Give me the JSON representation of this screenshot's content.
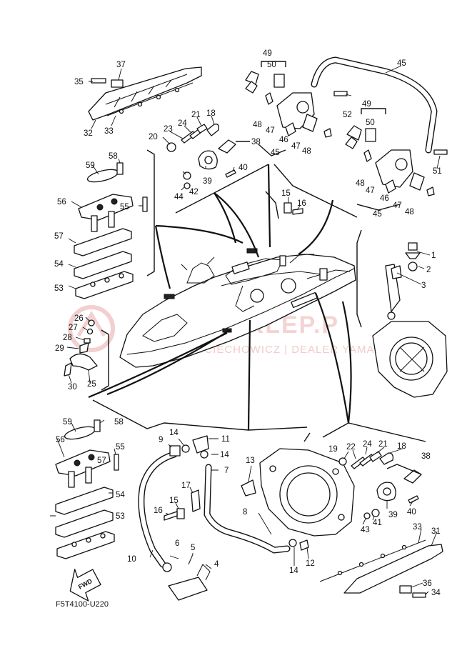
{
  "diagram_code": "F5T4100-U220",
  "fwd_label": "FWD",
  "watermark": {
    "brand": "YAMASKLEP.P",
    "dealer": "WOJCIECHOWICZ | DEALER YAMAHA"
  },
  "callouts": {
    "c1": "1",
    "c2": "2",
    "c3": "3",
    "c4": "4",
    "c5": "5",
    "c6": "6",
    "c7": "7",
    "c8": "8",
    "c9": "9",
    "c10": "10",
    "c11": "11",
    "c12": "12",
    "c13": "13",
    "c14a": "14",
    "c14b": "14",
    "c14c": "14",
    "c15a": "15",
    "c15b": "15",
    "c16a": "16",
    "c16b": "16",
    "c17": "17",
    "c18a": "18",
    "c18b": "18",
    "c19": "19",
    "c20": "20",
    "c21a": "21",
    "c21b": "21",
    "c22": "22",
    "c23": "23",
    "c24a": "24",
    "c24b": "24",
    "c25": "25",
    "c26": "26",
    "c27": "27",
    "c28": "28",
    "c29": "29",
    "c30": "30",
    "c31": "31",
    "c32": "32",
    "c33a": "33",
    "c33b": "33",
    "c34": "34",
    "c35": "35",
    "c36": "36",
    "c37": "37",
    "c38a": "38",
    "c38b": "38",
    "c39a": "39",
    "c39b": "39",
    "c40a": "40",
    "c40b": "40",
    "c41": "41",
    "c42": "42",
    "c43": "43",
    "c44": "44",
    "c45a": "45",
    "c45b": "45",
    "c45c": "45",
    "c46a": "46",
    "c46b": "46",
    "c47a": "47",
    "c47b": "47",
    "c47c": "47",
    "c47d": "47",
    "c48a": "48",
    "c48b": "48",
    "c48c": "48",
    "c48d": "48",
    "c49a": "49",
    "c49b": "49",
    "c50a": "50",
    "c50b": "50",
    "c51": "51",
    "c52": "52",
    "c53a": "53",
    "c53b": "53",
    "c54a": "54",
    "c54b": "54",
    "c55a": "55",
    "c55b": "55",
    "c56a": "56",
    "c56b": "56",
    "c57a": "57",
    "c57b": "57",
    "c58a": "58",
    "c58b": "58",
    "c59a": "59",
    "c59b": "59"
  }
}
